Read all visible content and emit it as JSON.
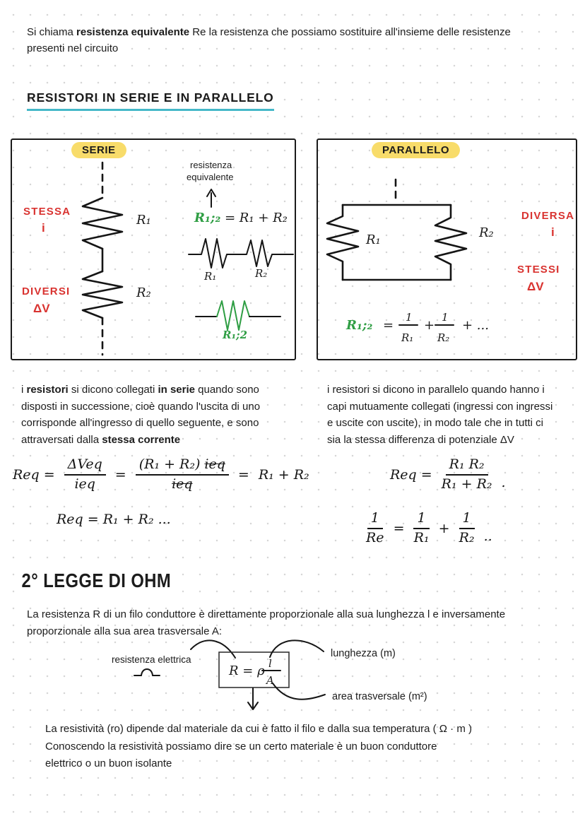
{
  "colors": {
    "underline_teal": "#45b8c8",
    "badge_yellow": "#f8dc6a",
    "red_ink": "#d93330",
    "green_ink": "#2f9e44",
    "black_ink": "#1c1c1c"
  },
  "intro": {
    "line1_pre": "Si chiama ",
    "line1_bold": "resistenza equivalente",
    "line1_post": " Re la resistenza che possiamo sostituire all'insieme delle resistenze",
    "line2": "presenti nel circuito"
  },
  "section1": {
    "title": "RESISTORI IN SERIE E IN PARALLELO"
  },
  "serie": {
    "badge": "SERIE",
    "circuit": {
      "red_top_line1": "STESSA",
      "red_top_line2": "i",
      "red_bottom_line1": "DIVERSI",
      "red_bottom_line2": "ΔV",
      "r1_label": "R₁",
      "r2_label": "R₂",
      "note_line1": "resistenza",
      "note_line2": "equivalente",
      "eq_lhs_green": "R₁;₂",
      "eq_rhs": "= R₁ + R₂",
      "series_r1": "R₁",
      "series_r2": "R₂",
      "equivalent_label": "R₁;2"
    },
    "desc": {
      "s1": "i ",
      "b1": "resistori",
      "s2": " si dicono collegati ",
      "b2": "in serie",
      "s3": " quando sono",
      "line2": "disposti in successione, cioè quando l'uscita di uno",
      "line3": "corrisponde all'ingresso di quello seguente, e sono",
      "s4": "attraversati dalla ",
      "b3": "stessa corrente"
    },
    "formula": {
      "lhs": "Req =",
      "frac1_num": "ΔVeq",
      "frac1_den": "ieq",
      "eq1": "=",
      "frac2_num_a": "(R₁ + R₂)",
      "frac2_num_b": "ieq",
      "frac2_den": "ieq",
      "eq2": "=",
      "rhs": "R₁ + R₂",
      "line2": "Req = R₁ + R₂ ..."
    }
  },
  "parallelo": {
    "badge": "PARALLELO",
    "circuit": {
      "r1_label": "R₁",
      "r2_label": "R₂",
      "red_top_line1": "DIVERSA",
      "red_top_line2": "i",
      "red_bottom_line1": "STESSI",
      "red_bottom_line2": "ΔV",
      "eq_lhs_green": "R₁;₂",
      "eq_sign": "=",
      "frac1_num": "1",
      "frac1_den": "R₁",
      "plus": "+",
      "frac2_num": "1",
      "frac2_den": "R₂",
      "dots": "+ ..."
    },
    "desc": {
      "line1": "i resistori si dicono in parallelo quando hanno i",
      "line2": "capi mutuamente collegati (ingressi con ingressi",
      "line3": "e uscite con uscite), in modo tale che in tutti ci",
      "line4": "sia la stessa differenza di potenziale ΔV"
    },
    "formula": {
      "lhs": "Req =",
      "frac_num": "R₁ R₂",
      "frac_den": "R₁ + R₂",
      "dot": ".",
      "l2_frac1_num": "1",
      "l2_frac1_den": "Re",
      "l2_eq": "=",
      "l2_frac2_num": "1",
      "l2_frac2_den": "R₁",
      "l2_plus": "+",
      "l2_frac3_num": "1",
      "l2_frac3_den": "R₂",
      "l2_dots": ".."
    }
  },
  "ohm": {
    "title": "2° LEGGE DI OHM",
    "para_line1": "La resistenza R di un filo conduttore è direttamente proporzionale alla sua lunghezza l e inversamente",
    "para_line2": "proporzionale alla sua area trasversale A:",
    "diagram": {
      "label_resistance": "resistenza elettrica",
      "label_length": "lunghezza (m)",
      "label_area": "area trasversale (m²)",
      "formula_lhs": "R = ρ",
      "frac_num": "l",
      "frac_den": "A"
    },
    "bottom_line1": "La resistività (ro) dipende dal materiale da cui è fatto il filo e dalla sua temperatura ( Ω · m )",
    "bottom_line2": "Conoscendo la resistività possiamo dire se un certo materiale è un buon conduttore",
    "bottom_line3": "elettrico o un buon isolante"
  }
}
